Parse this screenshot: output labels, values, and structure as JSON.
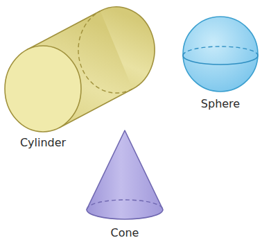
{
  "diagram": {
    "labels": [
      "Cylinder",
      "Sphere",
      "Cone"
    ]
  }
}
